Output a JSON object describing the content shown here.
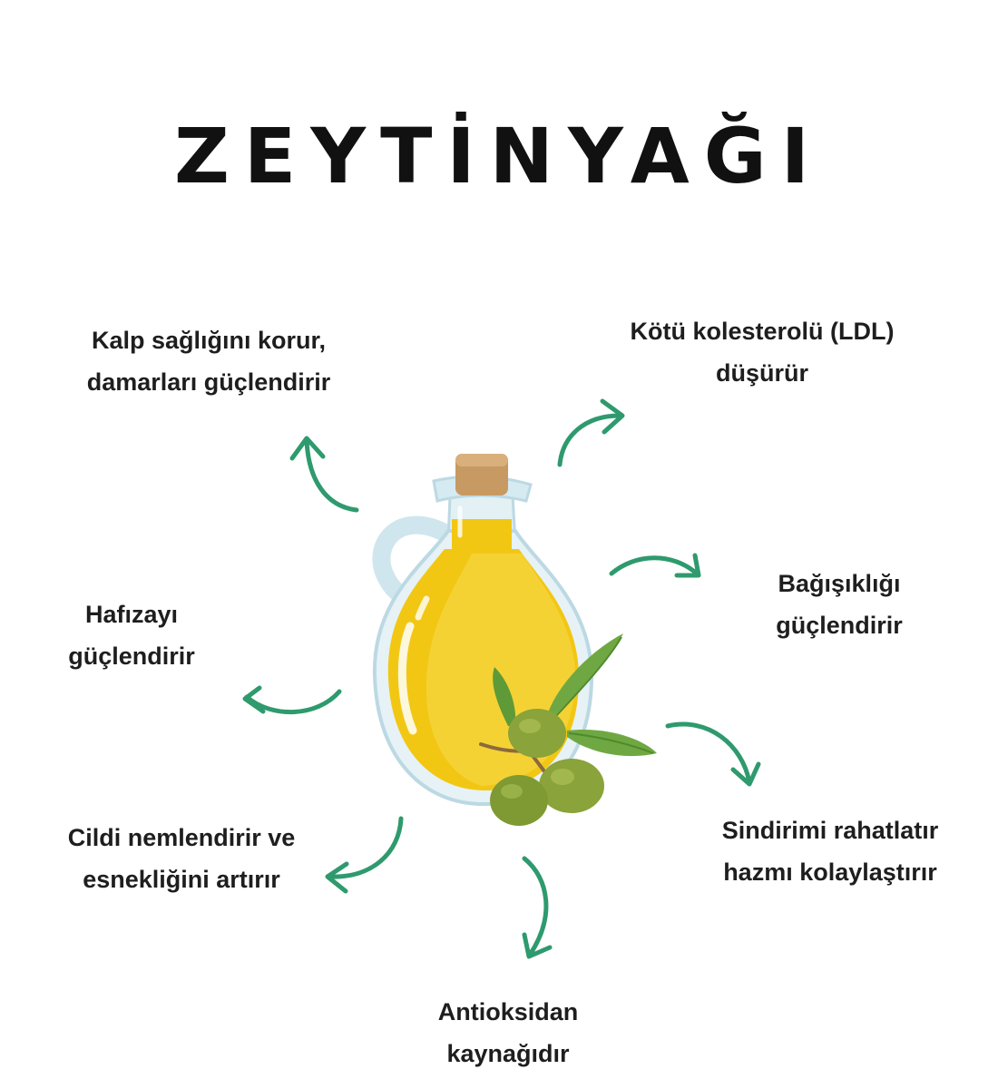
{
  "title": "ZEYTİNYAĞI",
  "benefits": {
    "heart": {
      "line1": "Kalp sağlığını korur,",
      "line2": "damarları güçlendirir"
    },
    "ldl": {
      "line1": "Kötü kolesterolü (LDL)",
      "line2": "düşürür"
    },
    "immune": {
      "line1": "Bağışıklığı",
      "line2": "güçlendirir"
    },
    "memory": {
      "line1": "Hafızayı",
      "line2": "güçlendirir"
    },
    "skin": {
      "line1": "Cildi nemlendirir ve",
      "line2": "esnekliğini artırır"
    },
    "digest": {
      "line1": "Sindirimi rahatlatır",
      "line2": "hazmı kolaylaştırır"
    },
    "antiox": {
      "line1": "Antioksidan",
      "line2": "kaynağıdır"
    }
  },
  "colors": {
    "arrow": "#2e9a6e",
    "oil": "#f2c714",
    "glass": "#cfe6ee",
    "cork": "#c79a63",
    "olive": "#8aa33a",
    "leaf": "#6fa843"
  },
  "icons": {
    "illustration": "olive-oil-jug-icon",
    "arrows": "curved-arrow-icon"
  }
}
